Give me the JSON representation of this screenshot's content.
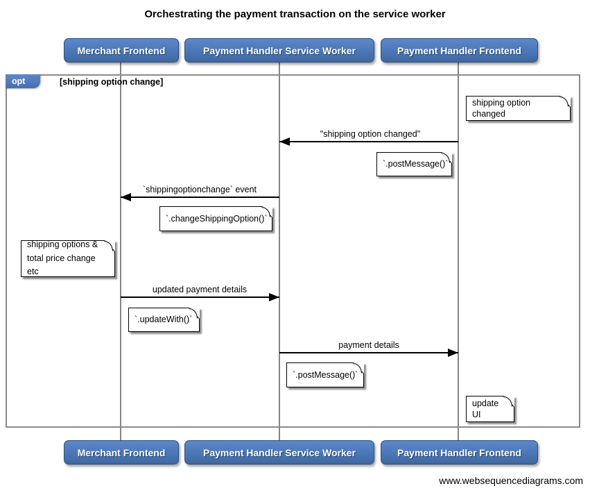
{
  "title": "Orchestrating the payment transaction on the service worker",
  "footer": "www.websequencediagrams.com",
  "colors": {
    "actor_fill": "#4a77b8",
    "actor_border": "#2d4e7e",
    "frame_border": "#8a8a8a",
    "lifeline": "#848484",
    "note_background": "#ffffff",
    "note_border": "#000000"
  },
  "actors": [
    {
      "label": "Merchant Frontend"
    },
    {
      "label": "Payment Handler Service Worker"
    },
    {
      "label": "Payment Handler Frontend"
    }
  ],
  "frame": {
    "operator": "opt",
    "guard": "[shipping option change]"
  },
  "messages": [
    {
      "label": "\"shipping option changed\"",
      "from": "Payment Handler Frontend",
      "to": "Payment Handler Service Worker",
      "direction": "left"
    },
    {
      "label": "`shippingoptionchange` event",
      "from": "Payment Handler Service Worker",
      "to": "Merchant Frontend",
      "direction": "left"
    },
    {
      "label": "updated payment details",
      "from": "Merchant Frontend",
      "to": "Payment Handler Service Worker",
      "direction": "right"
    },
    {
      "label": "payment details",
      "from": "Payment Handler Service Worker",
      "to": "Payment Handler Frontend",
      "direction": "right"
    }
  ],
  "notes": [
    {
      "text": "shipping option changed"
    },
    {
      "text": "`.postMessage()`"
    },
    {
      "text": "`.changeShippingOption()`"
    },
    {
      "text": "shipping options &\ntotal price change etc"
    },
    {
      "text": "`.updateWith()`"
    },
    {
      "text": "`.postMessage()`"
    },
    {
      "text": "update UI"
    }
  ]
}
